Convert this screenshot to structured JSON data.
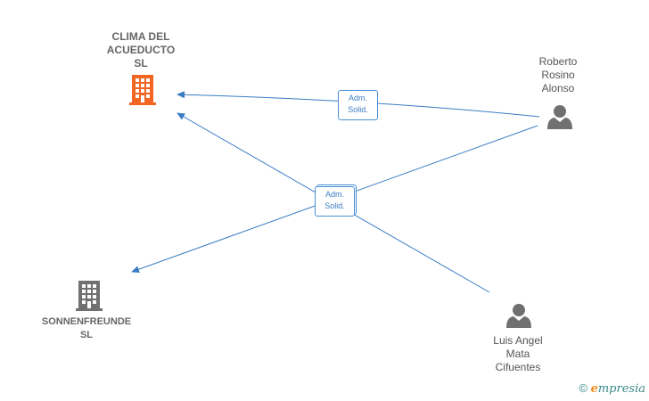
{
  "nodes": {
    "clima": {
      "label_lines": [
        "CLIMA DEL",
        "ACUEDUCTO",
        "SL"
      ],
      "type": "company",
      "color": "#f26522"
    },
    "sonnen": {
      "label_lines": [
        "SONNENFREUNDE",
        "SL"
      ],
      "type": "company",
      "color": "#707070"
    },
    "roberto": {
      "label_lines": [
        "Roberto",
        "Rosino",
        "Alonso"
      ],
      "type": "person",
      "color": "#707070"
    },
    "luis": {
      "label_lines": [
        "Luis Angel",
        "Mata",
        "Cifuentes"
      ],
      "type": "person",
      "color": "#707070"
    }
  },
  "relations": {
    "top": {
      "line1": "Adm.",
      "line2": "Solid."
    },
    "middle": {
      "line1": "Adm.",
      "line2": "Solid."
    }
  },
  "edge_color": "#3a7cc4",
  "watermark": {
    "symbol": "©",
    "brand_initial": "e",
    "brand_rest": "mpresia"
  }
}
